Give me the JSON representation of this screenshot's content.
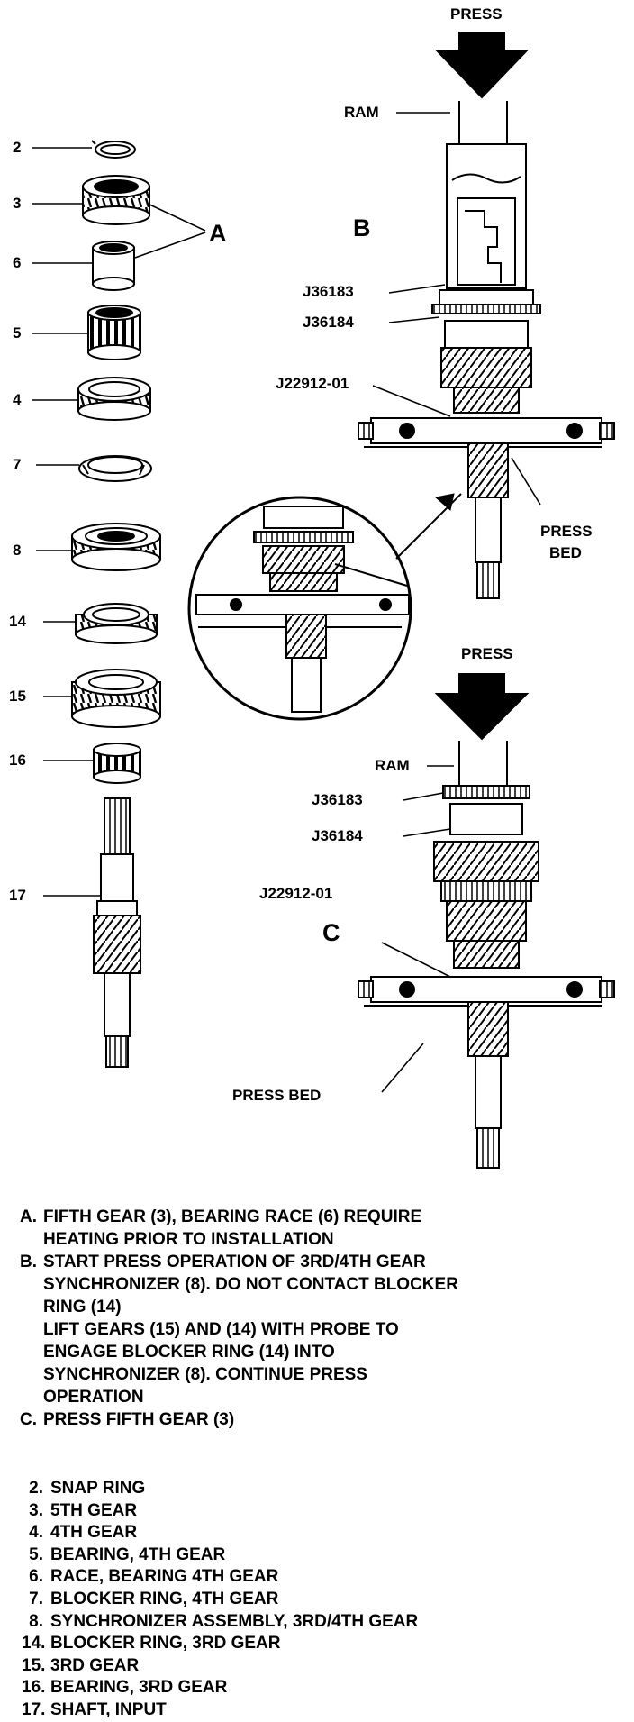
{
  "diagram": {
    "part_numbers": [
      "2",
      "3",
      "6",
      "5",
      "4",
      "7",
      "8",
      "14",
      "15",
      "16",
      "17"
    ],
    "callout_a": "A",
    "callout_b": "B",
    "callout_c": "C",
    "view_b": {
      "press": "PRESS",
      "ram": "RAM",
      "tool_1": "J36183",
      "tool_2": "J36184",
      "tool_3": "J22912-01",
      "press_bed_line1": "PRESS",
      "press_bed_line2": "BED"
    },
    "view_c": {
      "press": "PRESS",
      "ram": "RAM",
      "tool_1": "J36183",
      "tool_2": "J36184",
      "tool_3": "J22912-01",
      "press_bed": "PRESS BED"
    }
  },
  "notes": [
    {
      "key": "A.",
      "text": "FIFTH GEAR (3), BEARING RACE (6) REQUIRE\nHEATING PRIOR TO INSTALLATION"
    },
    {
      "key": "B.",
      "text": "START PRESS OPERATION OF 3RD/4TH GEAR\nSYNCHRONIZER (8). DO NOT CONTACT BLOCKER\nRING (14)\nLIFT GEARS (15) AND (14) WITH PROBE TO\nENGAGE BLOCKER RING (14) INTO\nSYNCHRONIZER (8). CONTINUE PRESS\nOPERATION"
    },
    {
      "key": "C.",
      "text": "PRESS FIFTH GEAR (3)"
    }
  ],
  "legend": [
    {
      "num": "2.",
      "desc": "SNAP RING"
    },
    {
      "num": "3.",
      "desc": "5TH GEAR"
    },
    {
      "num": "4.",
      "desc": "4TH GEAR"
    },
    {
      "num": "5.",
      "desc": "BEARING, 4TH GEAR"
    },
    {
      "num": "6.",
      "desc": "RACE, BEARING 4TH GEAR"
    },
    {
      "num": "7.",
      "desc": "BLOCKER RING, 4TH GEAR"
    },
    {
      "num": "8.",
      "desc": "SYNCHRONIZER ASSEMBLY, 3RD/4TH GEAR"
    },
    {
      "num": "14.",
      "desc": "BLOCKER RING, 3RD GEAR"
    },
    {
      "num": "15.",
      "desc": "3RD GEAR"
    },
    {
      "num": "16.",
      "desc": "BEARING, 3RD GEAR"
    },
    {
      "num": "17.",
      "desc": "SHAFT, INPUT"
    }
  ]
}
